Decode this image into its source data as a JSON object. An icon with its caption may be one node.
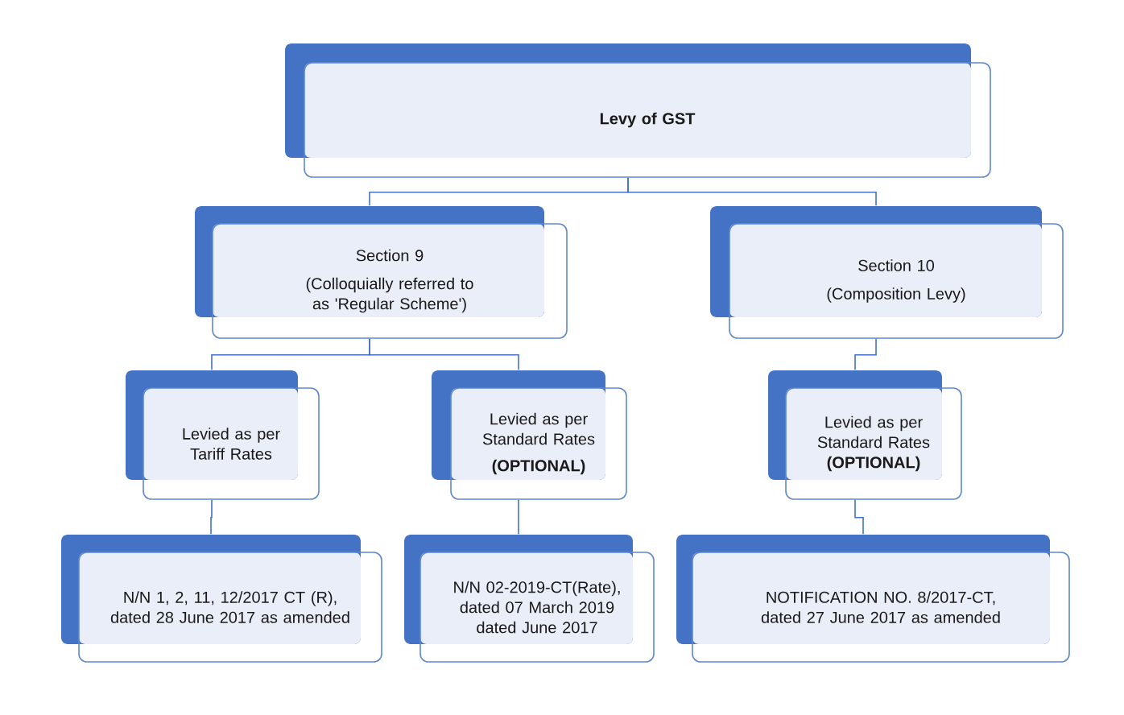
{
  "diagram": {
    "nodes": [
      {
        "text": [
          "Levy of GST"
        ]
      },
      {
        "text": [
          "Section 9",
          "(Colloquially referred to as 'Regular Scheme')"
        ]
      },
      {
        "text": [
          "Section 10",
          "(Composition Levy)"
        ]
      },
      {
        "text": [
          "Levied as per Tariff Rates"
        ]
      },
      {
        "text": [
          "Levied as per Standard Rates",
          "(OPTIONAL)"
        ]
      },
      {
        "text": [
          "Levied as per Standard Rates",
          "(OPTIONAL)"
        ]
      },
      {
        "text": [
          "N/N 1, 2, 11, 12/2017 CT (R), dated 28 June 2017 as amended"
        ]
      },
      {
        "text": [
          "N/N 02-2019-CT(Rate), dated 07 March 2019 dated June 2017"
        ]
      },
      {
        "text": [
          "NOTIFICATION NO. 8/2017-CT, dated 27 June 2017 as amended"
        ]
      }
    ],
    "edges": [
      {
        "from": 0,
        "to": 1,
        "arrow": "none"
      },
      {
        "from": 0,
        "to": 2,
        "arrow": "none"
      },
      {
        "from": 1,
        "to": 3,
        "arrow": "none"
      },
      {
        "from": 1,
        "to": 4,
        "arrow": "none"
      },
      {
        "from": 2,
        "to": 5,
        "arrow": "none"
      },
      {
        "from": 3,
        "to": 6,
        "arrow": "none"
      },
      {
        "from": 4,
        "to": 7,
        "arrow": "none"
      },
      {
        "from": 5,
        "to": 8,
        "arrow": "none"
      }
    ]
  }
}
